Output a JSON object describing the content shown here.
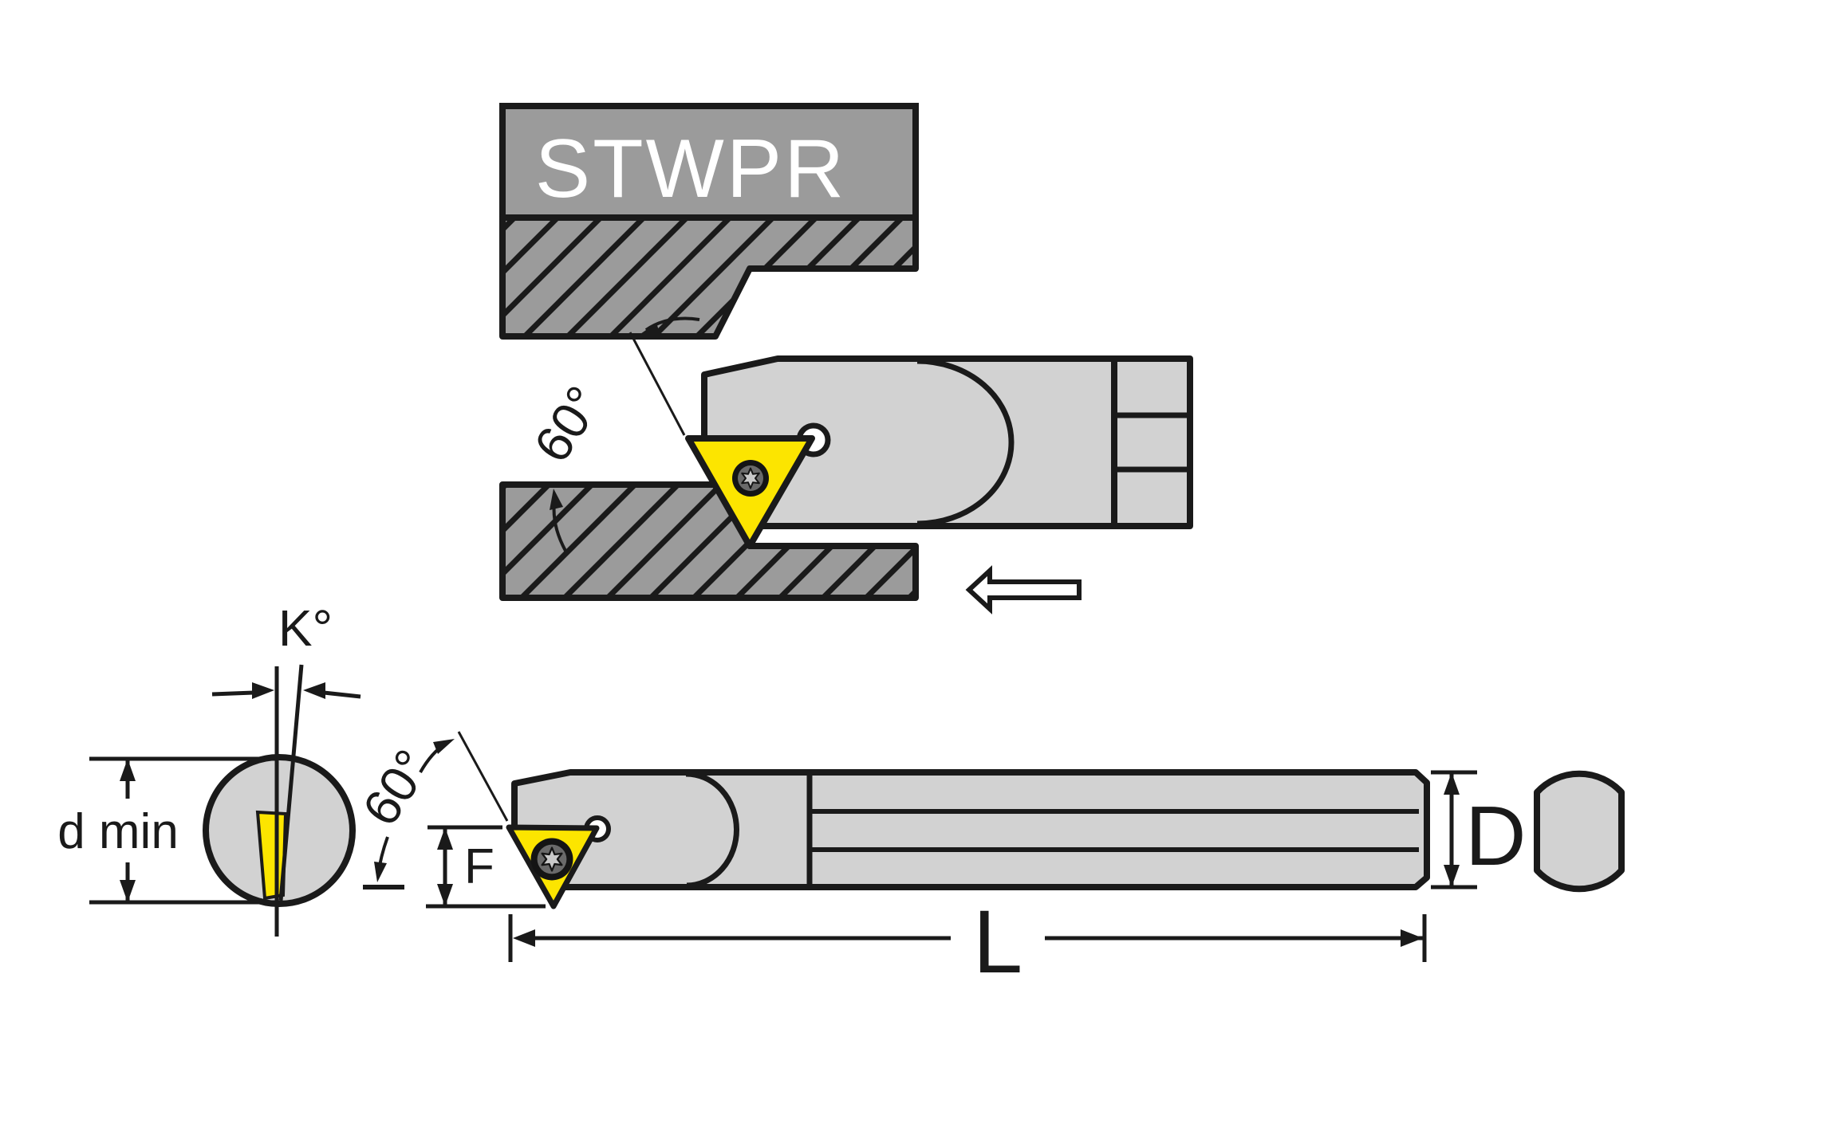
{
  "labels": {
    "tool_code": "STWPR",
    "top_view_angle": "60°",
    "side_view_angle": "60°",
    "back_tilt_angle": "K°",
    "min_bore_diameter": "d min",
    "tip_offset": "F",
    "overall_length": "L",
    "shank_diameter": "D"
  },
  "colors": {
    "workpiece_gray": "#9b9b9b",
    "tool_gray": "#d2d2d2",
    "insert_yellow": "#fce500",
    "outline_black": "#1a1a1a",
    "label_white": "#ffffff"
  }
}
